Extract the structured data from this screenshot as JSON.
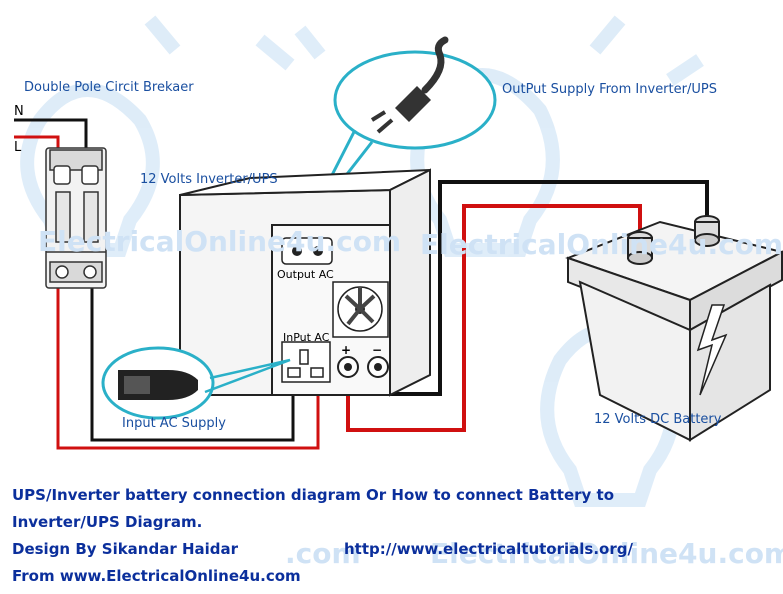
{
  "labels": {
    "breaker": "Double Pole Circit Brekaer",
    "phase_n": "N",
    "phase_l": "L",
    "output_supply": "OutPut Supply From Inverter/UPS",
    "inverter": "12 Volts Inverter/UPS",
    "output_ac": "Output AC",
    "input_ac": "InPut AC",
    "input_supply": "Input AC Supply",
    "battery": "12 Volts DC Battery",
    "plus": "+",
    "minus": "−"
  },
  "caption": {
    "line1": "UPS/Inverter battery connection diagram Or How to connect Battery to",
    "line2": "Inverter/UPS Diagram.",
    "line3": "Design By Sikandar Haidar",
    "url": "http://www.electricaltutorials.org/",
    "line4": "From www.ElectricalOnline4u.com"
  },
  "watermark": {
    "left": "ElectricalOnline4u.com",
    "right": "ElectricalOnline4u.com",
    "bottom_left": ".com",
    "bottom_right": "ElectricalOnline4u.com"
  },
  "colors": {
    "wire_red": "#d01010",
    "wire_black": "#111111",
    "bubble": "#2ab0c8",
    "caption": "#0b2f9c",
    "watermark": "#cfe2f5"
  },
  "icons": [
    "plug-icon",
    "iec-connector-icon",
    "fan-icon",
    "socket-icon",
    "lightbulb-watermark-icon"
  ]
}
